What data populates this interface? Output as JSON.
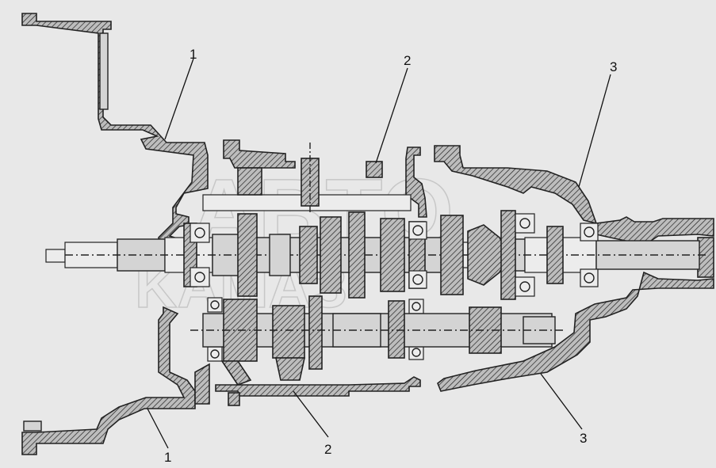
{
  "colors": {
    "background": "#e8e8e8",
    "line": "#222222",
    "fill": "#d4d4d4"
  },
  "callouts": [
    {
      "id": "c1a",
      "label": "1"
    },
    {
      "id": "c2a",
      "label": "2"
    },
    {
      "id": "c3a",
      "label": "3"
    },
    {
      "id": "c1b",
      "label": "1"
    },
    {
      "id": "c2b",
      "label": "2"
    },
    {
      "id": "c3b",
      "label": "3"
    }
  ],
  "watermark": {
    "line1": "ABTO",
    "line2": "KAMAЗ"
  }
}
